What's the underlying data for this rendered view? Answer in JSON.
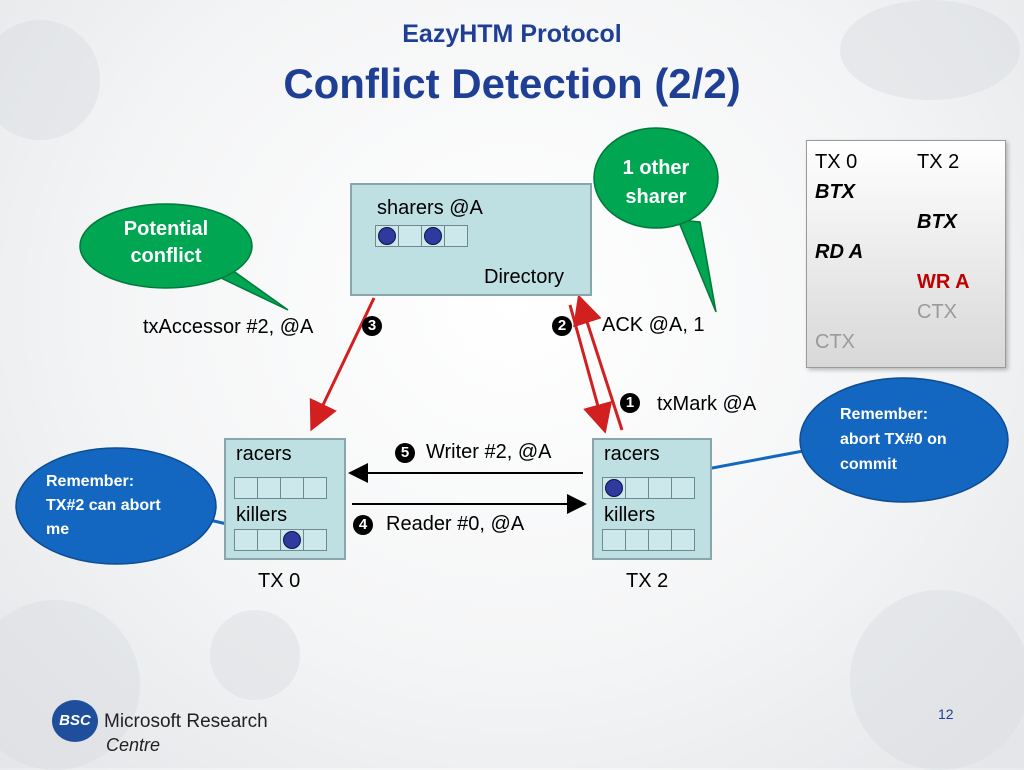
{
  "title": {
    "subtitle": "EazyHTM Protocol",
    "main": "Conflict Detection (2/2)"
  },
  "directory": {
    "sharers_label": "sharers @A",
    "name": "Directory"
  },
  "tx0": {
    "racers_label": "racers",
    "killers_label": "killers",
    "name": "TX 0"
  },
  "tx2": {
    "racers_label": "racers",
    "killers_label": "killers",
    "name": "TX 2"
  },
  "messages": {
    "m1_num": "1",
    "m1": "txMark @A",
    "m2_num": "2",
    "m2": "ACK @A, 1",
    "m3_num": "3",
    "m3": "txAccessor #2, @A",
    "m4_num": "4",
    "m4": "Reader #0, @A",
    "m5_num": "5",
    "m5": "Writer #2, @A"
  },
  "callouts": {
    "potential_conflict": "Potential conflict",
    "other_sharer": "1 other sharer",
    "remember_tx2": "Remember: TX#2 can abort me",
    "remember_abort": "Remember: abort TX#0 on commit"
  },
  "side_panel": {
    "col_tx0": "TX 0",
    "col_tx2": "TX 2",
    "r1": "BTX",
    "r2": "BTX",
    "r3": "RD A",
    "r4": "WR A",
    "r5": "CTX",
    "r6": "CTX"
  },
  "colors": {
    "title": "#1f3f95",
    "green_callout": "#00a651",
    "blue_callout": "#1467c0",
    "arrow_red": "#d21f1f",
    "wr_red": "#c00000"
  },
  "footer": {
    "logo_abbrev": "BSC",
    "logo_org": "Microsoft Research",
    "logo_centre": "Centre",
    "page_number": "12"
  }
}
